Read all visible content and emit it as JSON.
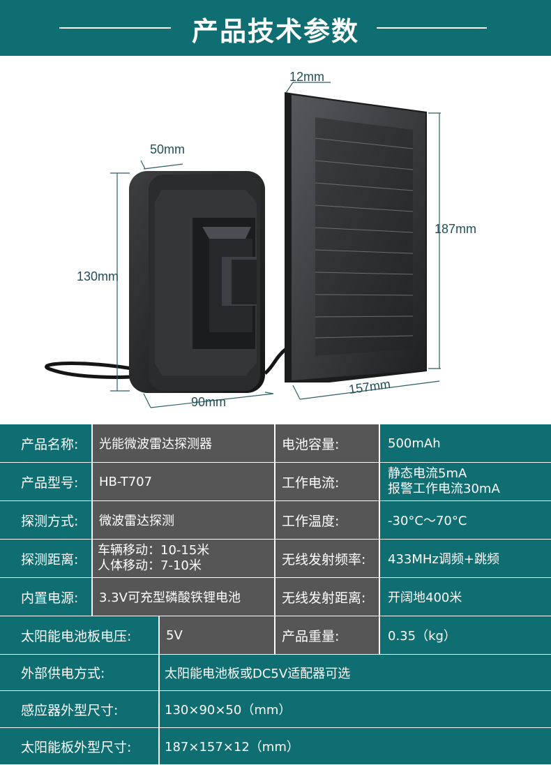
{
  "header": {
    "title": "产品技术参数"
  },
  "dimensions": {
    "panel_depth": "12mm",
    "sensor_depth": "50mm",
    "panel_height": "187mm",
    "sensor_height": "130mm",
    "sensor_width": "90mm",
    "panel_width": "157mm"
  },
  "specs": {
    "r1": {
      "l1": "产品名称:",
      "v1": "光能微波雷达探测器",
      "l2": "电池容量:",
      "v2": "500mAh"
    },
    "r2": {
      "l1": "产品型号:",
      "v1": "HB-T707",
      "l2": "工作电流:",
      "v2a": "静态电流5mA",
      "v2b": "报警工作电流30mA"
    },
    "r3": {
      "l1": "探测方式:",
      "v1": "微波雷达探测",
      "l2": "工作温度:",
      "v2": "-30°C～70°C"
    },
    "r4": {
      "l1": "探测距离:",
      "v1a": "车辆移动：10-15米",
      "v1b": "人体移动：7-10米",
      "l2": "无线发射频率:",
      "v2": "433MHz调频+跳频"
    },
    "r5": {
      "l1": "内置电源:",
      "v1": "3.3V可充型磷酸铁锂电池",
      "l2": "无线发射距离:",
      "v2": "开阔地400米"
    },
    "r6": {
      "l1": "太阳能电池板电压:",
      "v1": "5V",
      "l2": "产品重量:",
      "v2": "0.35（kg）"
    },
    "r7": {
      "l1": "外部供电方式:",
      "v1": "太阳能电池板或DC5V适配器可选"
    },
    "r8": {
      "l1": "感应器外型尺寸:",
      "v1": "130×90×50（mm）"
    },
    "r9": {
      "l1": "太阳能板外型尺寸:",
      "v1": "187×157×12（mm）"
    }
  },
  "colors": {
    "teal": "#0f6e72",
    "gray": "#565656",
    "dim_text": "#1f4f56"
  }
}
